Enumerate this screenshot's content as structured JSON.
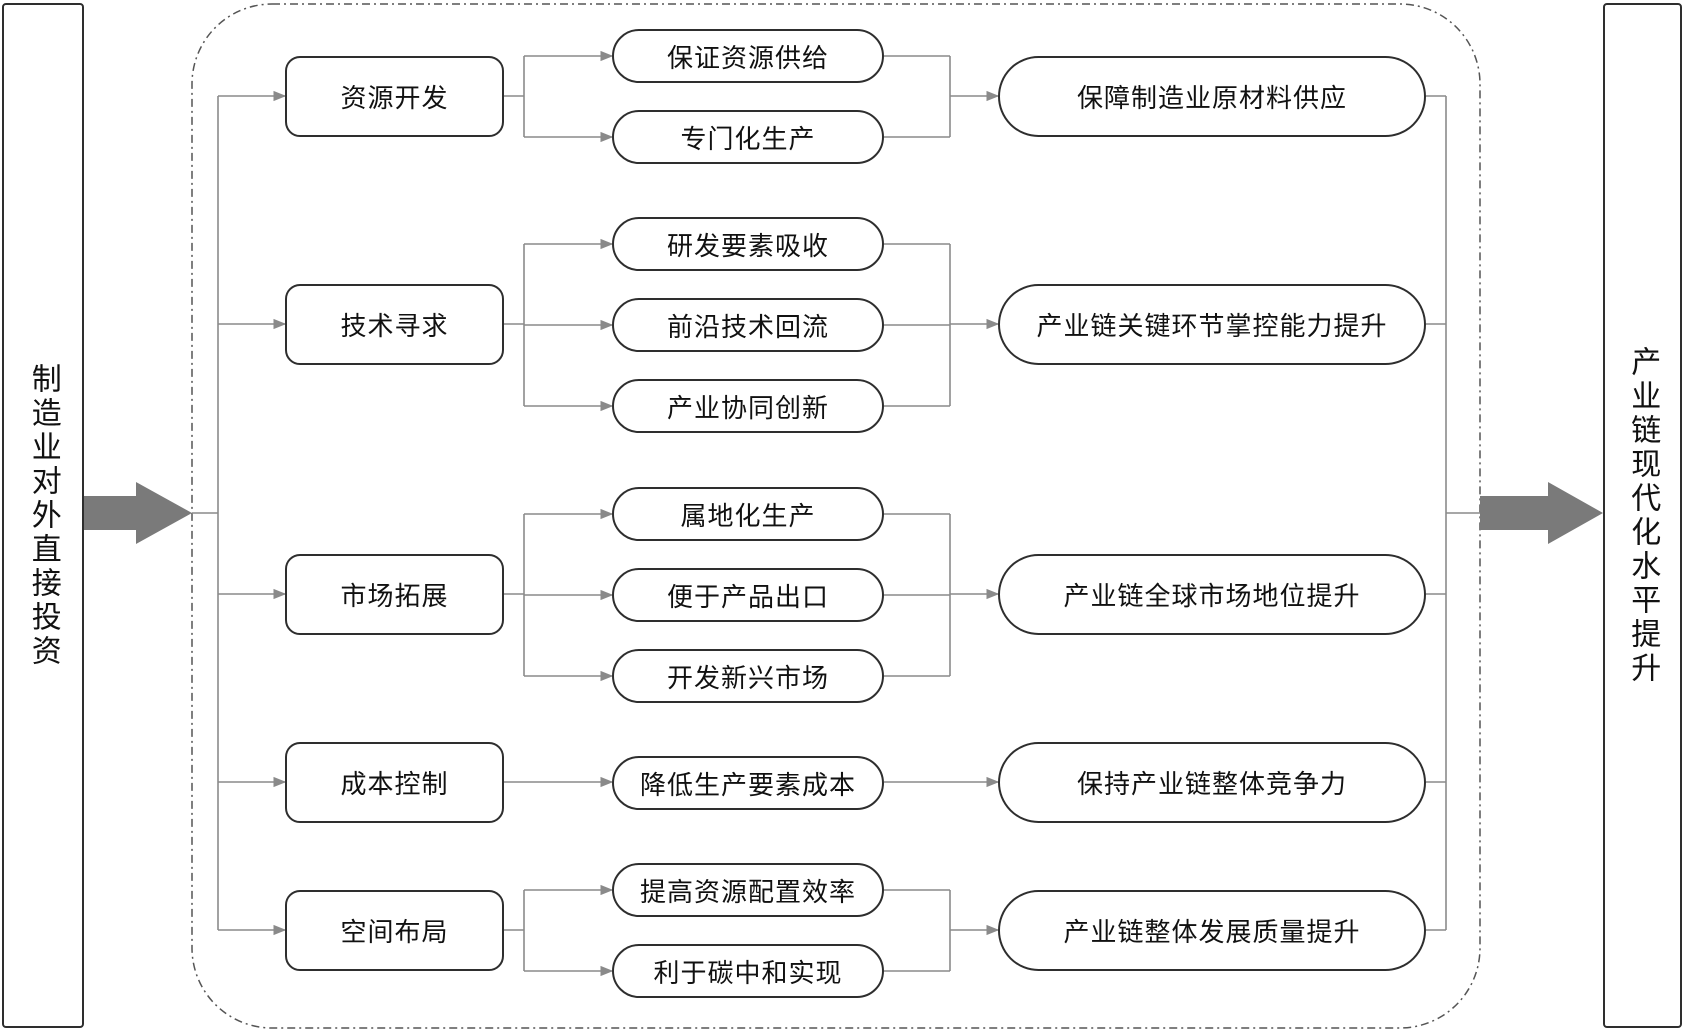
{
  "left_input": {
    "label": "制造业对外直接投资"
  },
  "right_output": {
    "label": "产业链现代化水平提升"
  },
  "groups": [
    {
      "category": "资源开发",
      "mechanisms": [
        "保证资源供给",
        "专门化生产"
      ],
      "outcome": "保障制造业原材料供应"
    },
    {
      "category": "技术寻求",
      "mechanisms": [
        "研发要素吸收",
        "前沿技术回流",
        "产业协同创新"
      ],
      "outcome": "产业链关键环节掌控能力提升"
    },
    {
      "category": "市场拓展",
      "mechanisms": [
        "属地化生产",
        "便于产品出口",
        "开发新兴市场"
      ],
      "outcome": "产业链全球市场地位提升"
    },
    {
      "category": "成本控制",
      "mechanisms": [
        "降低生产要素成本"
      ],
      "outcome": "保持产业链整体竞争力"
    },
    {
      "category": "空间布局",
      "mechanisms": [
        "提高资源配置效率",
        "利于碳中和实现"
      ],
      "outcome": "产业链整体发展质量提升"
    }
  ],
  "colors": {
    "box_border": "#2e2e2e",
    "connector": "#8a8a8a",
    "big_arrow": "#7a7a7a",
    "dashed_frame": "#555555"
  }
}
